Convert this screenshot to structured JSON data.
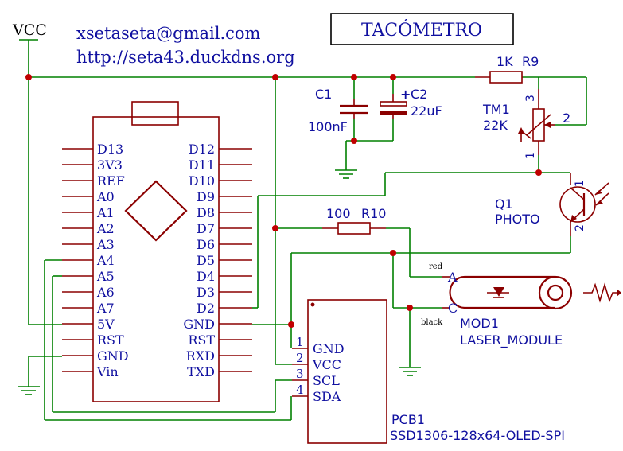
{
  "header": {
    "vcc": "VCC",
    "email": "xsetaseta@gmail.com",
    "url": "http://seta43.duckdns.org",
    "title": "TACÓMETRO"
  },
  "arduino": {
    "left_pins": [
      "D13",
      "3V3",
      "REF",
      "A0",
      "A1",
      "A2",
      "A3",
      "A4",
      "A5",
      "A6",
      "A7",
      "5V",
      "RST",
      "GND",
      "Vin"
    ],
    "right_pins": [
      "D12",
      "D11",
      "D10",
      "D9",
      "D8",
      "D7",
      "D6",
      "D5",
      "D4",
      "D3",
      "D2",
      "GND",
      "RST",
      "RXD",
      "TXD"
    ]
  },
  "components": {
    "c1": {
      "ref": "C1",
      "value": "100nF"
    },
    "c2": {
      "ref": "C2",
      "value": "22uF",
      "polarity": "+"
    },
    "r9": {
      "ref": "R9",
      "value": "1K"
    },
    "tm1": {
      "ref": "TM1",
      "value": "22K",
      "pin1": "1",
      "pin2": "2",
      "pin3": "3"
    },
    "q1": {
      "ref": "Q1",
      "value": "PHOTO",
      "pin1": "1",
      "pin2": "2"
    },
    "r10": {
      "ref": "R10",
      "value": "100"
    },
    "mod1": {
      "ref": "MOD1",
      "value": "LASER_MODULE",
      "pin_a": "A",
      "pin_c": "C",
      "wire_a": "red",
      "wire_c": "black"
    },
    "pcb1": {
      "ref": "PCB1",
      "value": "SSD1306-128x64-OLED-SPI",
      "pins": [
        {
          "num": "1",
          "name": "GND"
        },
        {
          "num": "2",
          "name": "VCC"
        },
        {
          "num": "3",
          "name": "SCL"
        },
        {
          "num": "4",
          "name": "SDA"
        }
      ]
    }
  }
}
